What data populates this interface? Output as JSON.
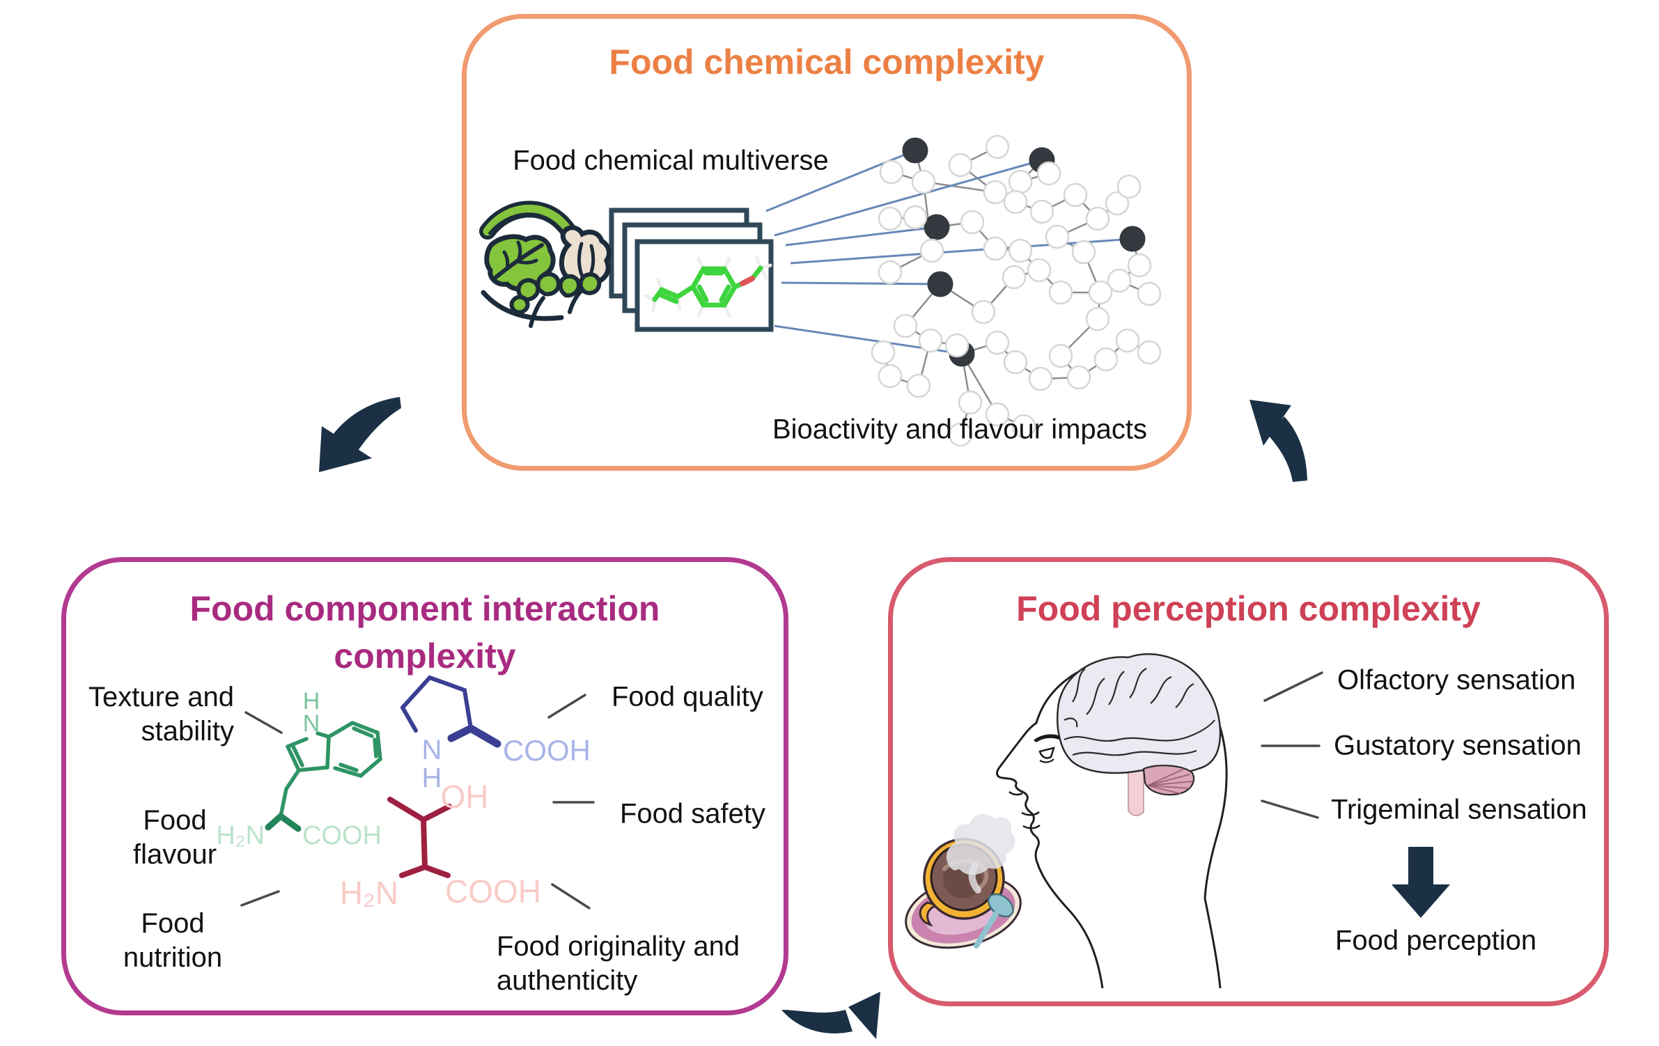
{
  "figure": {
    "boxes": {
      "chemical": {
        "title": "Food chemical complexity",
        "labels": {
          "multiverse": "Food chemical multiverse",
          "bioactivity": "Bioactivity and flavour impacts"
        }
      },
      "interaction": {
        "title_lines": [
          "Food component interaction",
          "complexity"
        ],
        "labels": {
          "texture": [
            "Texture and",
            "stability"
          ],
          "flavour": [
            "Food",
            "flavour"
          ],
          "nutrition": [
            "Food",
            "nutrition"
          ],
          "quality": "Food quality",
          "safety": "Food safety",
          "originality": [
            "Food originality and",
            "authenticity"
          ]
        },
        "molecules": {
          "tryptophan": {
            "h": "H",
            "n": "N",
            "h2n": "H₂N",
            "cooh": "COOH"
          },
          "proline": {
            "n": "N",
            "h": "H",
            "cooh": "COOH"
          },
          "threonine": {
            "oh": "OH",
            "h2n": "H₂N",
            "cooh": "COOH"
          }
        }
      },
      "perception": {
        "title": "Food perception complexity",
        "labels": {
          "olfactory": "Olfactory sensation",
          "gustatory": "Gustatory sensation",
          "trigeminal": "Trigeminal sensation",
          "perception": "Food perception"
        }
      }
    },
    "colors": {
      "chem_accent": "#EC8044",
      "chem_border": "#F09B70",
      "interaction_accent": "#A82B80",
      "interaction_border": "#B23A90",
      "perception_accent": "#CE4156",
      "perception_border": "#D75A6E",
      "arrow_navy": "#1B3044",
      "connector_gray": "#4A4A4A",
      "blue_link": "#6787B7",
      "network_edge": "#8C8C8C",
      "network_node_stroke": "#D6D6D6",
      "network_dark_node": "#33393E",
      "tryptophan_green": "#2F9465",
      "proline_navy": "#3A3F93",
      "threonine_red": "#9E2040",
      "card_border": "#2F4858",
      "molecule_green": "#3ED43E",
      "molecule_oxygen_red": "#E05555",
      "vegetable_green": "#85C43D",
      "brain_fill": "#EBEAF2",
      "cerebellum_pink": "#DBA6B5",
      "cup_yellow": "#F2B234",
      "cocoa_brown": "#7D5B54",
      "saucer_pink": "#C983AE",
      "spoon_teal": "#8FC3CF"
    },
    "network": {
      "nodes": [
        [
          1314,
          216,
          1
        ],
        [
          1496,
          230,
          1
        ],
        [
          1345,
          326,
          1
        ],
        [
          1626,
          343,
          1
        ],
        [
          1350,
          408,
          1
        ],
        [
          1381,
          508,
          1
        ],
        [
          1280,
          247,
          0
        ],
        [
          1326,
          261,
          0
        ],
        [
          1379,
          237,
          0
        ],
        [
          1432,
          211,
          0
        ],
        [
          1429,
          276,
          0
        ],
        [
          1465,
          261,
          0
        ],
        [
          1506,
          249,
          0
        ],
        [
          1458,
          290,
          0
        ],
        [
          1496,
          304,
          0
        ],
        [
          1544,
          280,
          0
        ],
        [
          1576,
          314,
          0
        ],
        [
          1604,
          292,
          0
        ],
        [
          1621,
          268,
          0
        ],
        [
          1278,
          314,
          0
        ],
        [
          1314,
          312,
          0
        ],
        [
          1396,
          319,
          0
        ],
        [
          1338,
          360,
          0
        ],
        [
          1278,
          391,
          0
        ],
        [
          1429,
          357,
          0
        ],
        [
          1465,
          360,
          0
        ],
        [
          1518,
          340,
          0
        ],
        [
          1556,
          362,
          0
        ],
        [
          1636,
          381,
          0
        ],
        [
          1650,
          422,
          0
        ],
        [
          1607,
          403,
          0
        ],
        [
          1456,
          398,
          0
        ],
        [
          1492,
          388,
          0
        ],
        [
          1523,
          420,
          0
        ],
        [
          1580,
          420,
          0
        ],
        [
          1576,
          458,
          0
        ],
        [
          1412,
          448,
          0
        ],
        [
          1300,
          468,
          0
        ],
        [
          1336,
          489,
          0
        ],
        [
          1268,
          506,
          0
        ],
        [
          1278,
          540,
          0
        ],
        [
          1319,
          554,
          0
        ],
        [
          1374,
          496,
          0
        ],
        [
          1432,
          492,
          0
        ],
        [
          1458,
          520,
          0
        ],
        [
          1494,
          544,
          0
        ],
        [
          1523,
          511,
          0
        ],
        [
          1549,
          542,
          0
        ],
        [
          1588,
          516,
          0
        ],
        [
          1619,
          489,
          0
        ],
        [
          1650,
          506,
          0
        ],
        [
          1393,
          578,
          0
        ],
        [
          1432,
          595,
          0
        ],
        [
          1470,
          612,
          0
        ],
        [
          1379,
          624,
          0
        ]
      ],
      "edges": [
        [
          0,
          7
        ],
        [
          6,
          7
        ],
        [
          7,
          10
        ],
        [
          7,
          22
        ],
        [
          8,
          9
        ],
        [
          8,
          10
        ],
        [
          10,
          13
        ],
        [
          11,
          12
        ],
        [
          11,
          13
        ],
        [
          1,
          11
        ],
        [
          1,
          12
        ],
        [
          13,
          14
        ],
        [
          14,
          15
        ],
        [
          15,
          16
        ],
        [
          16,
          17
        ],
        [
          17,
          18
        ],
        [
          16,
          26
        ],
        [
          26,
          27
        ],
        [
          27,
          34
        ],
        [
          3,
          28
        ],
        [
          28,
          30
        ],
        [
          29,
          30
        ],
        [
          30,
          34
        ],
        [
          2,
          20
        ],
        [
          2,
          21
        ],
        [
          2,
          22
        ],
        [
          19,
          20
        ],
        [
          22,
          23
        ],
        [
          21,
          24
        ],
        [
          24,
          25
        ],
        [
          25,
          32
        ],
        [
          31,
          32
        ],
        [
          32,
          33
        ],
        [
          33,
          34
        ],
        [
          34,
          35
        ],
        [
          35,
          46
        ],
        [
          4,
          36
        ],
        [
          4,
          37
        ],
        [
          31,
          36
        ],
        [
          37,
          38
        ],
        [
          38,
          41
        ],
        [
          40,
          41
        ],
        [
          39,
          40
        ],
        [
          38,
          42
        ],
        [
          5,
          42
        ],
        [
          5,
          43
        ],
        [
          5,
          51
        ],
        [
          5,
          52
        ],
        [
          52,
          53
        ],
        [
          51,
          54
        ],
        [
          43,
          44
        ],
        [
          44,
          45
        ],
        [
          45,
          47
        ],
        [
          46,
          47
        ],
        [
          47,
          48
        ],
        [
          48,
          49
        ],
        [
          49,
          50
        ]
      ],
      "links": [
        [
          1100,
          303,
          0
        ],
        [
          1112,
          338,
          1
        ],
        [
          1128,
          352,
          2
        ],
        [
          1135,
          378,
          3
        ],
        [
          1122,
          406,
          4
        ],
        [
          1112,
          468,
          5
        ]
      ]
    }
  }
}
